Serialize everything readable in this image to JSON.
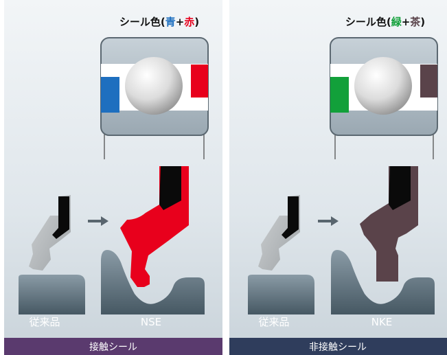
{
  "panels": [
    {
      "header_prefix": "シール色(",
      "color1_text": "青",
      "plus": "+",
      "color2_text": "赤",
      "header_suffix": ")",
      "color1": "#1e6fbf",
      "color2": "#e8001c",
      "conventional_label": "従来品",
      "product_label": "NSE",
      "footer_label": "接触シール",
      "footer_color": "#5a3a6e",
      "lip_color": "#e8001c"
    },
    {
      "header_prefix": "シール色(",
      "color1_text": "緑",
      "plus": "+",
      "color2_text": "茶",
      "header_suffix": ")",
      "color1": "#12a03a",
      "color2": "#5a434a",
      "conventional_label": "従来品",
      "product_label": "NKE",
      "footer_label": "非接触シール",
      "footer_color": "#2f3d5c",
      "lip_color": "#5a434a"
    }
  ],
  "arrow_icon": "right-arrow-icon"
}
